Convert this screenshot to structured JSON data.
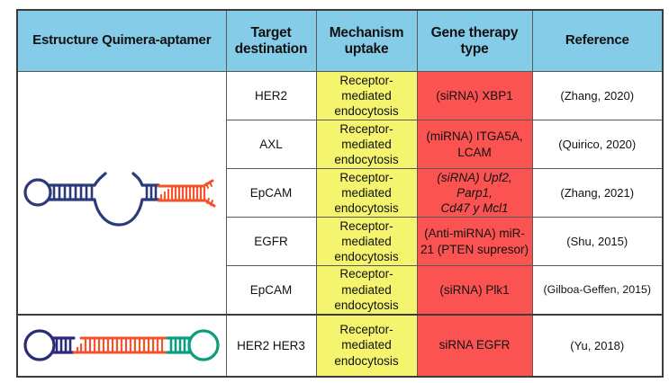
{
  "table": {
    "headers": [
      {
        "id": "structure",
        "label": "Estructure Quimera-aptamer"
      },
      {
        "id": "target",
        "label": "Target destination",
        "line1": "Target",
        "line2": "destination"
      },
      {
        "id": "mechanism",
        "label": "Mechanism uptake",
        "line1": "Mechanism",
        "line2": "uptake"
      },
      {
        "id": "gene",
        "label": "Gene therapy type",
        "line1": "Gene therapy",
        "line2": "type"
      },
      {
        "id": "reference",
        "label": "Reference"
      }
    ],
    "mechanism_text": {
      "line1": "Receptor-",
      "line2": "mediated",
      "line3": "endocytosis"
    },
    "rows": [
      {
        "target": "HER2",
        "mech_l1": "Receptor-",
        "mech_l2": "mediated",
        "mech_l3": "endocytosis",
        "gene_l1": "(siRNA) XBP1",
        "gene_l2": "",
        "gene_l3": "",
        "gene_italic": false,
        "reference": "(Zhang, 2020)"
      },
      {
        "target": "AXL",
        "mech_l1": "Receptor-",
        "mech_l2": "mediated",
        "mech_l3": "endocytosis",
        "gene_l1": "(miRNA) ITGA5A,",
        "gene_l2": "LCAM",
        "gene_l3": "",
        "gene_italic": false,
        "reference": "(Quirico, 2020)"
      },
      {
        "target": "EpCAM",
        "mech_l1": "Receptor-",
        "mech_l2": "mediated",
        "mech_l3": "endocytosis",
        "gene_l1": "(siRNA) Upf2,",
        "gene_l2": "Parp1,",
        "gene_l3": "Cd47 y Mcl1",
        "gene_italic": true,
        "reference": "(Zhang, 2021)"
      },
      {
        "target": "EGFR",
        "mech_l1": "Receptor-",
        "mech_l2": "mediated",
        "mech_l3": "endocytosis",
        "gene_l1": "(Anti-miRNA) miR-",
        "gene_l2": "21 (PTEN supresor)",
        "gene_l3": "",
        "gene_italic": false,
        "reference": "(Shu, 2015)"
      },
      {
        "target": "EpCAM",
        "mech_l1": "Receptor-",
        "mech_l2": "mediated",
        "mech_l3": "endocytosis",
        "gene_l1": "(siRNA) Plk1",
        "gene_l2": "",
        "gene_l3": "",
        "gene_italic": false,
        "reference": "(Gilboa-Geffen, 2015)"
      },
      {
        "target": "HER2 HER3",
        "mech_l1": "Receptor-",
        "mech_l2": "mediated",
        "mech_l3": "endocytosis",
        "gene_l1": "siRNA EGFR",
        "gene_l2": "",
        "gene_l3": "",
        "gene_italic": false,
        "reference": "(Yu, 2018)"
      }
    ],
    "structures": [
      {
        "id": "chimera-aptamer-siRNA-sticky",
        "description": "Aptamer hairpin with internal loop joined to an orange double-stranded siRNA with splayed overhang ends",
        "colors": {
          "aptamer": "#2B3B7A",
          "sirna": "#F4522B"
        }
      },
      {
        "id": "chimera-dual-aptamer-duplex",
        "description": "Navy hairpin loop and teal hairpin loop connected by an orange double-stranded duplex",
        "colors": {
          "aptamer_left": "#2B2B7A",
          "duplex": "#F4522B",
          "aptamer_right": "#0E9C7C"
        }
      }
    ]
  },
  "colors": {
    "header_blue": "#85CCE8",
    "mechanism_yellow": "#F4F46E",
    "gene_red": "#FB5252",
    "border_gray": "#595959",
    "border_dark": "#3B3B3B"
  }
}
